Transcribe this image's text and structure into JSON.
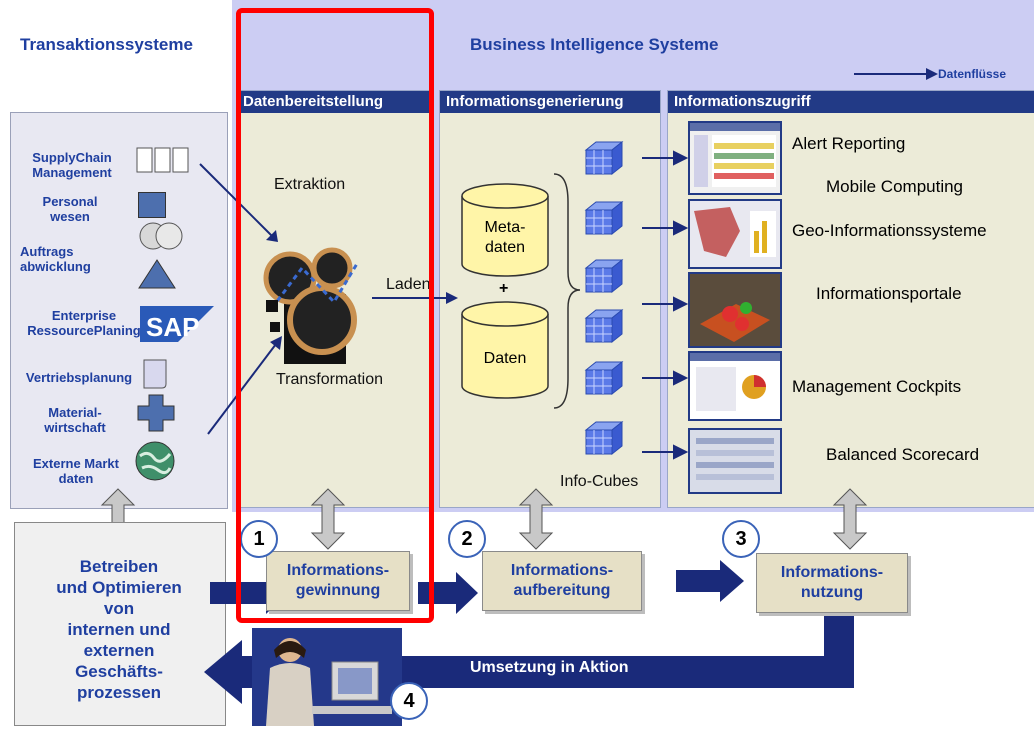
{
  "header": {
    "transaction_systems": "Transaktionssysteme",
    "bi_systems": "Business Intelligence Systeme",
    "data_flow_legend": "Datenflüsse"
  },
  "columns": [
    {
      "label": "Datenbereitstellung"
    },
    {
      "label": "Informationsgenerierung"
    },
    {
      "label": "Informationszugriff"
    }
  ],
  "sources": [
    {
      "label": "SupplyChain\nManagement",
      "icon": "supply-chain-icon"
    },
    {
      "label": "Personal\nwesen",
      "icon": "square-icon"
    },
    {
      "label": "Auftrags\nabwicklung",
      "icon": "triangle-icon"
    },
    {
      "label": "Enterprise\nRessourcePlaning",
      "icon": "sap-logo"
    },
    {
      "label": "Vertriebsplanung",
      "icon": "document-icon"
    },
    {
      "label": "Material-\nwirtschaft",
      "icon": "cross-icon"
    },
    {
      "label": "Externe Markt\ndaten",
      "icon": "globe-icon"
    }
  ],
  "provisioning": {
    "extraction": "Extraktion",
    "transformation": "Transformation",
    "load": "Laden"
  },
  "generation": {
    "metadata": "Meta-\ndaten",
    "plus": "+",
    "data": "Daten",
    "info_cubes": "Info-Cubes"
  },
  "outputs": [
    "Alert Reporting",
    "Mobile Computing",
    "Geo-Informationssysteme",
    "Informationsportale",
    "Management Cockpits",
    "Balanced Scorecard"
  ],
  "process": {
    "operate": "Betreiben\nund Optimieren\nvon\ninternen und\nexternen\nGeschäfts-\nprozessen",
    "steps": [
      {
        "number": "1",
        "label": "Informations-\ngewinnung"
      },
      {
        "number": "2",
        "label": "Informations-\naufbereitung"
      },
      {
        "number": "3",
        "label": "Informations-\nnutzung"
      },
      {
        "number": "4",
        "label": ""
      }
    ],
    "action": "Umsetzung in Aktion"
  },
  "colors": {
    "bi_background": "#cccdf3",
    "column_header": "#223a86",
    "highlight": "#ff0000",
    "arrow": "#1a2a7a"
  }
}
